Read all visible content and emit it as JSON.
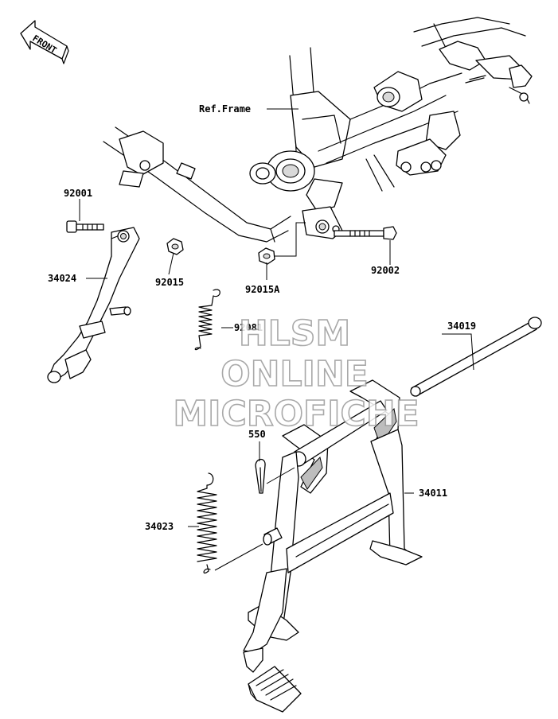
{
  "front_badge": "FRONT",
  "frame_ref": "Ref.Frame",
  "parts": {
    "p92001": "92001",
    "p34024": "34024",
    "p92015": "92015",
    "p92015A": "92015A",
    "p92002": "92002",
    "p92081": "92081",
    "p34019": "34019",
    "p550": "550",
    "p34011": "34011",
    "p34023": "34023"
  },
  "watermark": {
    "line1": "HLSM",
    "line2": "ONLINE",
    "line3": "MICROFICHE"
  }
}
